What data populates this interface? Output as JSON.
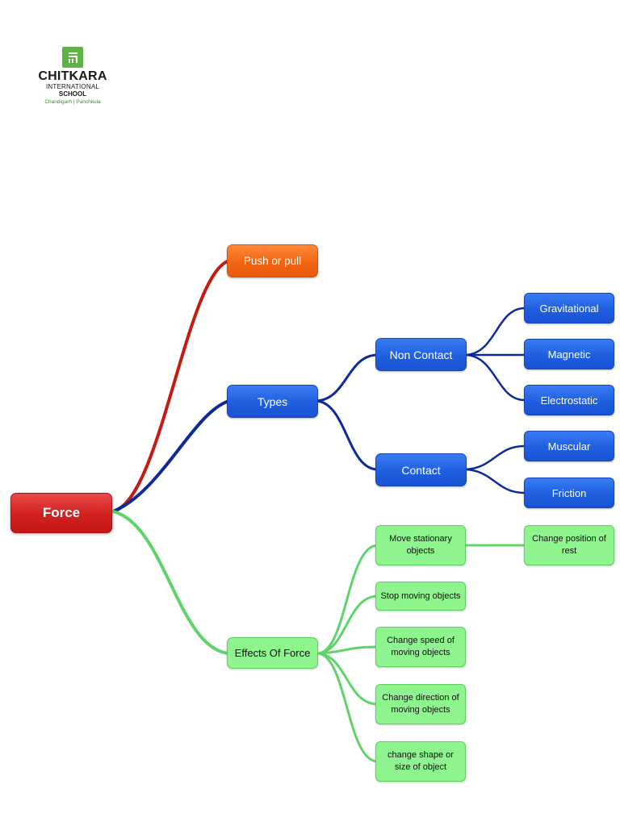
{
  "logo": {
    "name": "CHITKARA",
    "line1": "INTERNATIONAL",
    "line2": "SCHOOL",
    "location": "Chandigarh | Panchkula"
  },
  "mindmap": {
    "root": "Force",
    "definition": "Push or pull",
    "types": {
      "label": "Types",
      "non_contact": {
        "label": "Non Contact",
        "items": [
          "Gravitational",
          "Magnetic",
          "Electrostatic"
        ]
      },
      "contact": {
        "label": "Contact",
        "items": [
          "Muscular",
          "Friction"
        ]
      }
    },
    "effects": {
      "label": "Effects Of Force",
      "items": [
        "Move stationary objects",
        "Stop moving objects",
        "Change speed of moving objects",
        "Change direction of moving objects",
        "change shape or size of object"
      ],
      "sub_item": "Change position of rest"
    }
  },
  "colors": {
    "root": "#d21f1f",
    "definition": "#f06414",
    "types": "#1f5fe0",
    "effects": "#8ef58e",
    "link_red": "#c41a10",
    "link_blue": "#0d2a9a",
    "link_green": "#5fd36a"
  }
}
